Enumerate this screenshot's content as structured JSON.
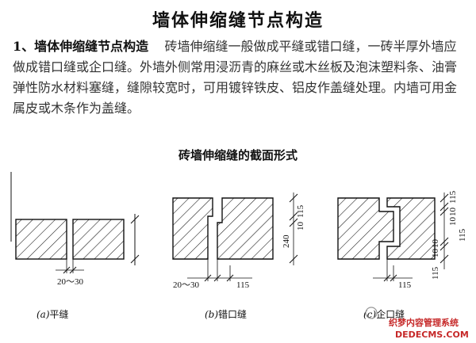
{
  "page": {
    "title": "墙体伸缩缝节点构造",
    "section_heading": "1、墙体伸缩缝节点构造",
    "paragraph": "砖墙伸缩缝一般做成平缝或错口缝，一砖半厚外墙应做成错口缝或企口缝。外墙外侧常用浸沥青的麻丝或木丝板及泡沫塑料条、油膏弹性防水材料塞缝，缝隙较宽时，可用镀锌铁皮、铝皮作盖缝处理。内墙可用金属皮或木条作为盖缝。",
    "diagram_title": "砖墙伸缩缝的截面形式"
  },
  "figures": {
    "a": {
      "caption_letter": "(a)",
      "caption_text": "平缝",
      "dim_gap": "20～30"
    },
    "b": {
      "caption_letter": "(b)",
      "caption_text": "错口缝",
      "dim_gap": "20～30",
      "dim_offset": "115",
      "dim_total": "240",
      "dim_top": "115",
      "dim_step": "10"
    },
    "c": {
      "caption_letter": "(c)",
      "caption_text": "企口缝",
      "dim_offset": "115",
      "dim_right": [
        "115",
        "10",
        "10",
        "115",
        "10",
        "10",
        "115"
      ]
    }
  },
  "watermark": {
    "line1": "织梦内容管理系统",
    "line2": "DEDECMS.COM"
  }
}
